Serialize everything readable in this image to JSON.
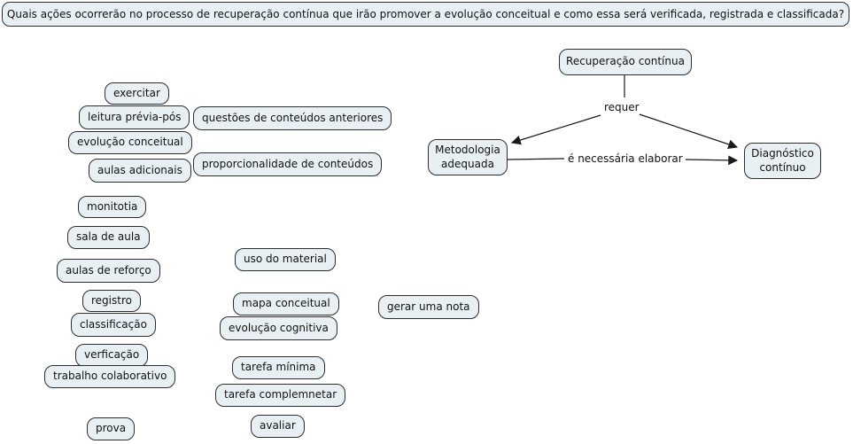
{
  "question": "Quais ações ocorrerão no processo de recuperação contínua que irão promover a evolução conceitual e como essa será verificada, registrada e classificada?",
  "colors": {
    "background": "#ffffff",
    "node_fill": "#e9f0f4",
    "node_border": "#2d2d2d",
    "line": "#1a1a1a",
    "text": "#111111"
  },
  "nodes": {
    "recuperacao_continua": "Recuperação contínua",
    "metodologia_adequada": "Metodologia adequada",
    "diagnostico_continuo": "Diagnóstico contínuo",
    "exercitar": "exercitar",
    "leitura_previa_pos": "leitura prévia-pós",
    "questoes_conteudos_anteriores": "questões de conteúdos anteriores",
    "evolucao_conceitual": "evolução conceitual",
    "aulas_adicionais": "aulas adicionais",
    "proporcionalidade_conteudos": "proporcionalidade de conteúdos",
    "monitotia": "monitotia",
    "sala_de_aula": "sala de aula",
    "aulas_de_reforco": "aulas de reforço",
    "uso_do_material": "uso do material",
    "registro": "registro",
    "classificacao": "classificação",
    "mapa_conceitual": "mapa conceitual",
    "evolucao_cognitiva": "evolução cognitiva",
    "gerar_uma_nota": "gerar uma nota",
    "verficacao": "verficação",
    "trabalho_colaborativo": "trabalho colaborativo",
    "tarefa_minima": "tarefa mínima",
    "tarefa_complemnetar": "tarefa complemnetar",
    "prova": "prova",
    "avaliar": "avaliar"
  },
  "links": {
    "requer": "requer",
    "e_necessaria_elaborar": "é necessária elaborar"
  }
}
